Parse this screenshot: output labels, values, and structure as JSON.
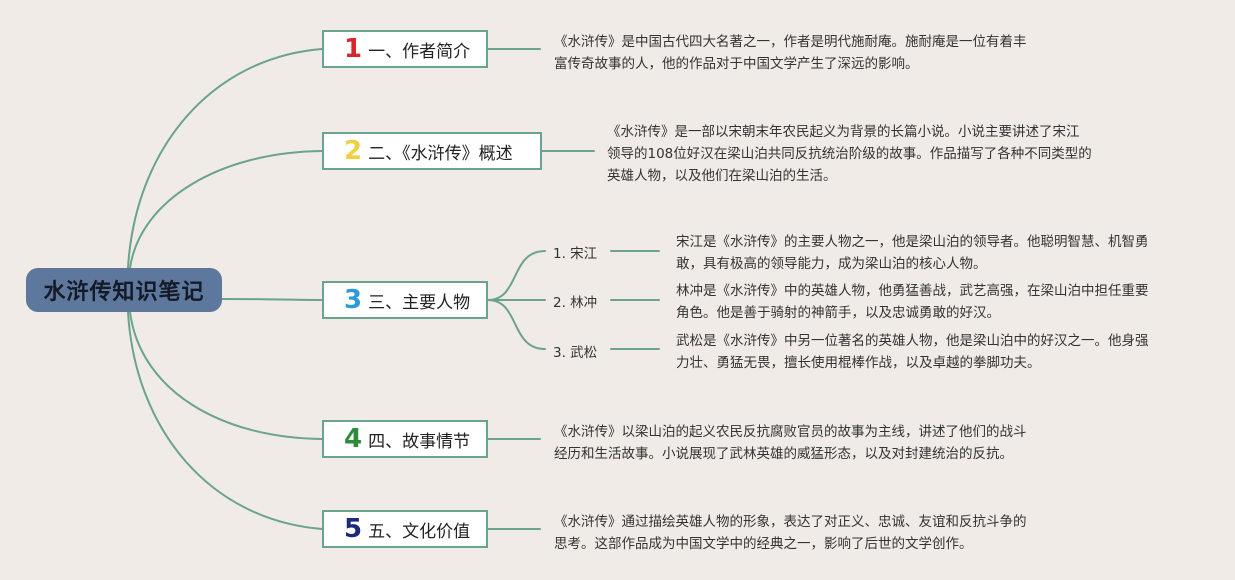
{
  "root": {
    "title": "水浒传知识笔记"
  },
  "colors": {
    "background": "#f0ebe6",
    "root_fill": "#5e779d",
    "connector": "#6aa38e",
    "num1": "#d7262e",
    "num2": "#f0d040",
    "num3": "#2a9bd7",
    "num4": "#2e8b3a",
    "num5": "#1c2a7a"
  },
  "branches": [
    {
      "num": "1",
      "label": "一、作者简介",
      "desc": [
        "《水浒传》是中国古代四大名著之一，作者是明代施耐庵。施耐庵是一位有着丰",
        "富传奇故事的人，他的作品对于中国文学产生了深远的影响。"
      ]
    },
    {
      "num": "2",
      "label": "二、《水浒传》概述",
      "desc": [
        "《水浒传》是一部以宋朝末年农民起义为背景的长篇小说。小说主要讲述了宋江",
        "领导的108位好汉在梁山泊共同反抗统治阶级的故事。作品描写了各种不同类型的",
        "英雄人物，以及他们在梁山泊的生活。"
      ]
    },
    {
      "num": "3",
      "label": "三、主要人物",
      "children": [
        {
          "label": "1. 宋江",
          "desc": [
            "宋江是《水浒传》的主要人物之一，他是梁山泊的领导者。他聪明智慧、机智勇",
            "敢，具有极高的领导能力，成为梁山泊的核心人物。"
          ]
        },
        {
          "label": "2. 林冲",
          "desc": [
            "林冲是《水浒传》中的英雄人物，他勇猛善战，武艺高强，在梁山泊中担任重要",
            "角色。他是善于骑射的神箭手，以及忠诚勇敢的好汉。"
          ]
        },
        {
          "label": "3. 武松",
          "desc": [
            "武松是《水浒传》中另一位著名的英雄人物，他是梁山泊中的好汉之一。他身强",
            "力壮、勇猛无畏，擅长使用棍棒作战，以及卓越的拳脚功夫。"
          ]
        }
      ]
    },
    {
      "num": "4",
      "label": "四、故事情节",
      "desc": [
        "《水浒传》以梁山泊的起义农民反抗腐败官员的故事为主线，讲述了他们的战斗",
        "经历和生活故事。小说展现了武林英雄的威猛形态，以及对封建统治的反抗。"
      ]
    },
    {
      "num": "5",
      "label": "五、文化价值",
      "desc": [
        "《水浒传》通过描绘英雄人物的形象，表达了对正义、忠诚、友谊和反抗斗争的",
        "思考。这部作品成为中国文学中的经典之一，影响了后世的文学创作。"
      ]
    }
  ]
}
